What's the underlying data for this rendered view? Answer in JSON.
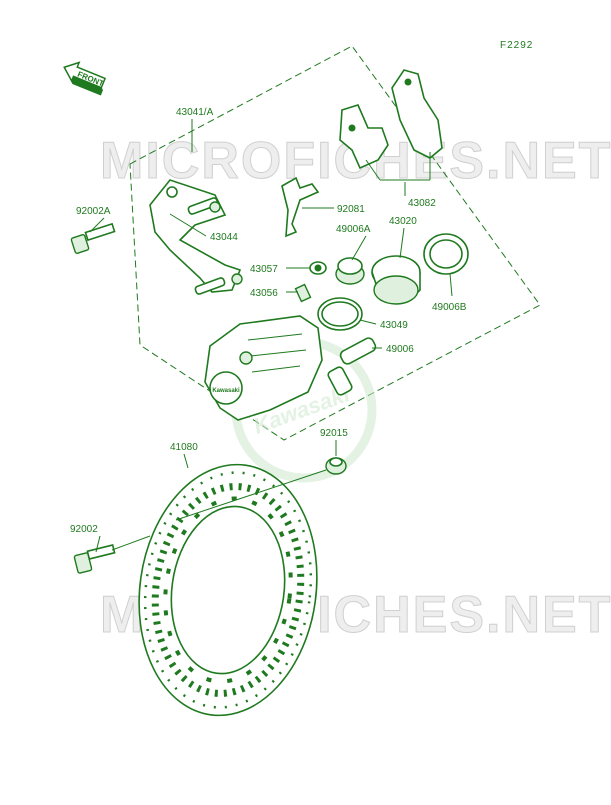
{
  "figure_code": "F2292",
  "front_label": "FRONT",
  "watermark": "MICROFICHES.NET",
  "brand": "Kawasaki",
  "caliper_logo_text": "Kawasaki",
  "colors": {
    "line": "#1f7a1f",
    "watermark": "#d0d0d0",
    "background": "#ffffff"
  },
  "parts": [
    {
      "id": "43041A",
      "number": "43041/A"
    },
    {
      "id": "92002A",
      "number": "92002A"
    },
    {
      "id": "43044",
      "number": "43044"
    },
    {
      "id": "92081",
      "number": "92081"
    },
    {
      "id": "43082",
      "number": "43082"
    },
    {
      "id": "43020",
      "number": "43020"
    },
    {
      "id": "49006A",
      "number": "49006A"
    },
    {
      "id": "43057",
      "number": "43057"
    },
    {
      "id": "43056",
      "number": "43056"
    },
    {
      "id": "49006B",
      "number": "49006B"
    },
    {
      "id": "43049",
      "number": "43049"
    },
    {
      "id": "49006",
      "number": "49006"
    },
    {
      "id": "92015",
      "number": "92015"
    },
    {
      "id": "41080",
      "number": "41080"
    },
    {
      "id": "92002",
      "number": "92002"
    }
  ]
}
